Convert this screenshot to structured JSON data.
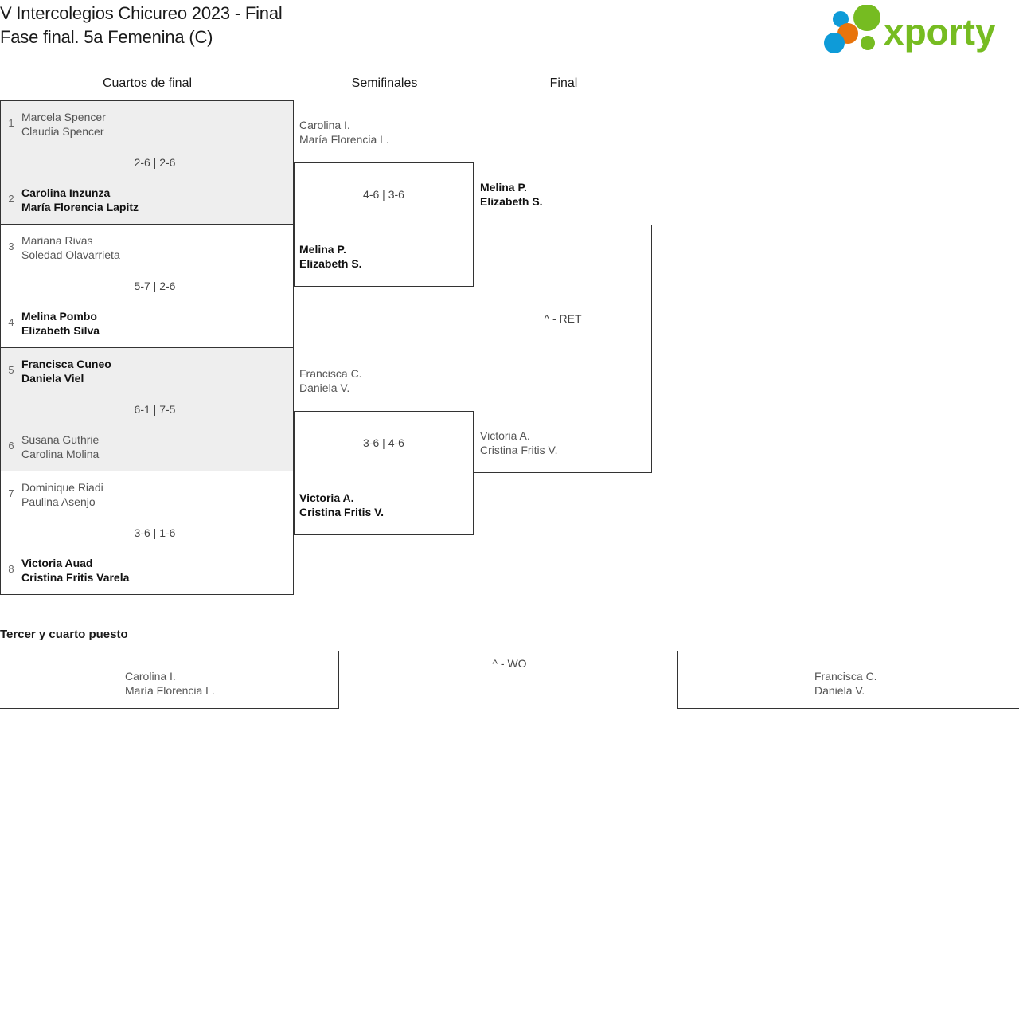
{
  "header": {
    "title_line1": "V Intercolegios Chicureo 2023 - Final",
    "title_line2": "Fase final. 5a Femenina (C)",
    "logo_text": "xporty",
    "logo_colors": {
      "green": "#76bc21",
      "blue": "#0e9bd8",
      "orange": "#e8740c"
    }
  },
  "rounds": [
    {
      "label": "Cuartos de final"
    },
    {
      "label": "Semifinales"
    },
    {
      "label": "Final"
    }
  ],
  "quarterfinals": [
    {
      "top_seed": "1",
      "top_names": "Marcela Spencer\nClaudia Spencer",
      "top_winner": false,
      "bottom_seed": "2",
      "bottom_names": "Carolina Inzunza\nMaría Florencia Lapitz",
      "bottom_winner": true,
      "score": "2-6 | 2-6"
    },
    {
      "top_seed": "3",
      "top_names": "Mariana Rivas\nSoledad Olavarrieta",
      "top_winner": false,
      "bottom_seed": "4",
      "bottom_names": "Melina Pombo\nElizabeth Silva",
      "bottom_winner": true,
      "score": "5-7 | 2-6"
    },
    {
      "top_seed": "5",
      "top_names": "Francisca Cuneo\nDaniela Viel",
      "top_winner": true,
      "bottom_seed": "6",
      "bottom_names": "Susana Guthrie\nCarolina Molina",
      "bottom_winner": false,
      "score": "6-1 | 7-5"
    },
    {
      "top_seed": "7",
      "top_names": "Dominique Riadi\nPaulina Asenjo",
      "top_winner": false,
      "bottom_seed": "8",
      "bottom_names": "Victoria Auad\nCristina Fritis Varela",
      "bottom_winner": true,
      "score": "3-6 | 1-6"
    }
  ],
  "semifinals": [
    {
      "top_names": "Carolina I.\nMaría Florencia L.",
      "top_winner": false,
      "bottom_names": "Melina P.\nElizabeth S.",
      "bottom_winner": true,
      "score": "4-6 | 3-6"
    },
    {
      "top_names": "Francisca C.\nDaniela V.",
      "top_winner": false,
      "bottom_names": "Victoria A.\nCristina Fritis V.",
      "bottom_winner": true,
      "score": "3-6 | 4-6"
    }
  ],
  "final": {
    "top_names": "Melina P.\nElizabeth S.",
    "top_winner": true,
    "bottom_names": "Victoria A.\nCristina Fritis V.",
    "bottom_winner": false,
    "score": "^ - RET"
  },
  "third_place": {
    "title": "Tercer y cuarto puesto",
    "left_names": "Carolina I.\nMaría Florencia L.",
    "right_names": "Francisca C.\nDaniela V.",
    "score": "^ - WO"
  }
}
